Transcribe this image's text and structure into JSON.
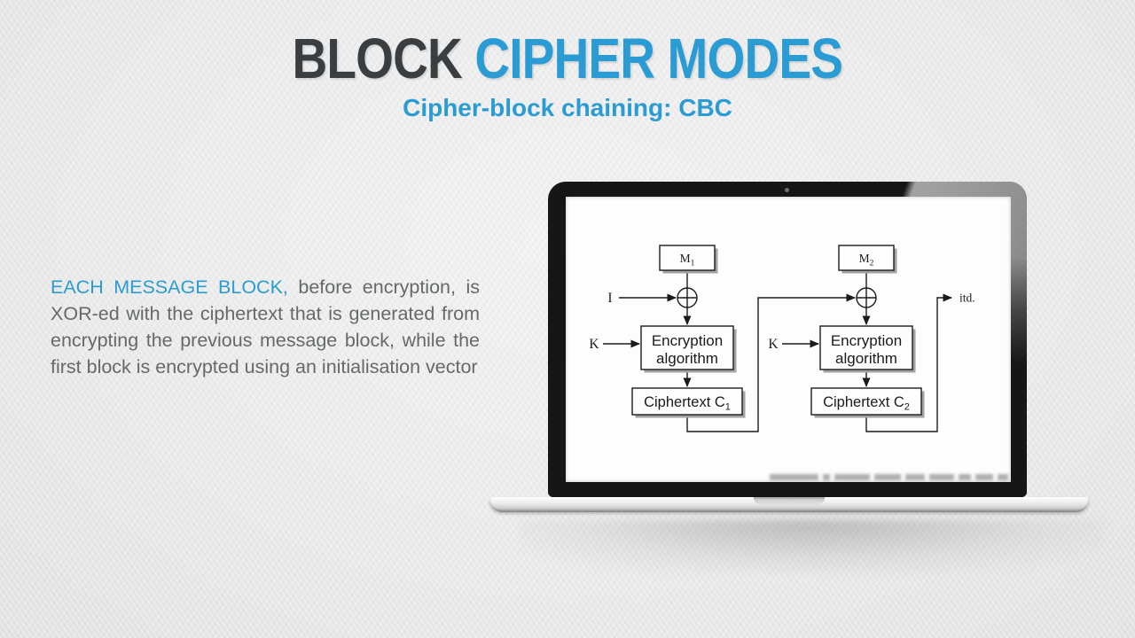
{
  "colors": {
    "accent": "#2b9cd3",
    "title_dark": "#3a3e41",
    "body_gray": "#65696b",
    "diagram_ink": "#1b1b1b"
  },
  "header": {
    "title_prefix": "BLOCK ",
    "title_accent": "CIPHER MODES",
    "subtitle": "Cipher-block chaining: CBC"
  },
  "body_text": {
    "lead": "EACH MESSAGE BLOCK,",
    "rest": " before encryption, is XOR-ed with the ciphertext that is generated from encrypting the previous message block, while the first block is encrypted using an initialisation vector"
  },
  "diagram": {
    "column1": {
      "message_label": "M",
      "message_sub": "1",
      "iv_label": "I",
      "key_label": "K",
      "algorithm_line1": "Encryption",
      "algorithm_line2": "algorithm",
      "ciphertext_label": "Ciphertext C",
      "ciphertext_sub": "1"
    },
    "column2": {
      "message_label": "M",
      "message_sub": "2",
      "key_label": "K",
      "algorithm_line1": "Encryption",
      "algorithm_line2": "algorithm",
      "ciphertext_label": "Ciphertext C",
      "ciphertext_sub": "2"
    },
    "continuation_label": "itd."
  }
}
